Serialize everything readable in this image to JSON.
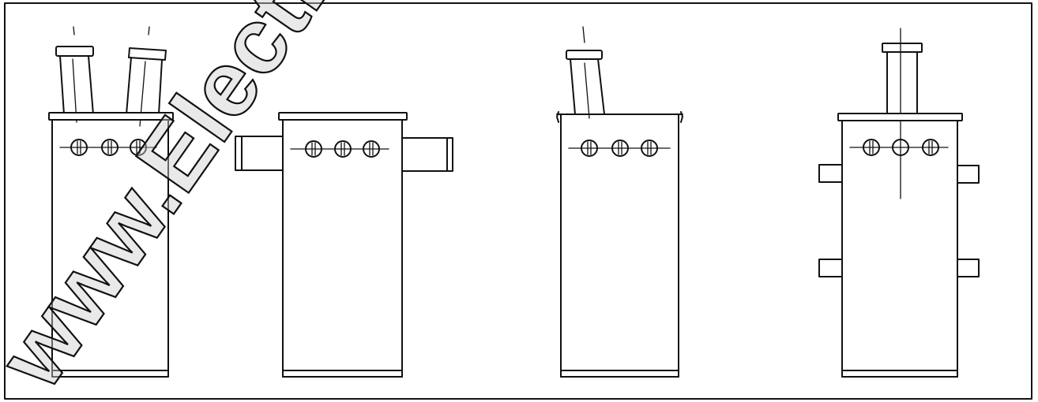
{
  "colors": {
    "ink": "#111111",
    "background": "#ffffff"
  },
  "watermark": {
    "text": "www.Electr"
  },
  "figures": [
    {
      "name": "front-view-two-bushings",
      "bushings": 2,
      "side_stubs": "none"
    },
    {
      "name": "front-view-side-pipes",
      "bushings": 0,
      "side_stubs": "long-horizontal"
    },
    {
      "name": "side-view-one-bushing",
      "bushings": 1,
      "side_stubs": "none"
    },
    {
      "name": "side-view-center-bushing-lugs",
      "bushings": 1,
      "side_stubs": "short-lugs"
    }
  ]
}
